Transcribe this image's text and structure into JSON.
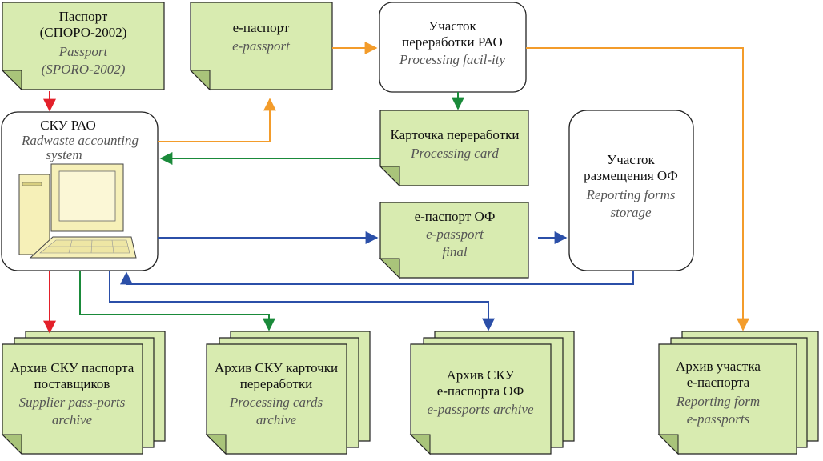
{
  "colors": {
    "red": "#e3202a",
    "orange": "#f39c2b",
    "green": "#1a8a3a",
    "blue": "#2b4fa8",
    "doc_fill": "#d8ebb0",
    "doc_fold": "#a9c47a"
  },
  "nodes": {
    "passport": {
      "ru": [
        "Паспорт",
        "(СПОРО-2002)"
      ],
      "en": [
        "Passport",
        "(SPORO-2002)"
      ]
    },
    "epassport": {
      "ru": [
        "е-паспорт"
      ],
      "en": [
        "e-passport"
      ]
    },
    "processing": {
      "ru": [
        "Участок",
        "переработки РАО"
      ],
      "en": [
        "Processing facil-ity"
      ]
    },
    "sku": {
      "ru": [
        "СКУ РАО"
      ],
      "en": [
        "Radwaste accounting",
        "system"
      ],
      "icon": "computer-icon"
    },
    "card": {
      "ru": [
        "Карточка переработки"
      ],
      "en": [
        "Processing card"
      ]
    },
    "storage": {
      "ru": [
        "Участок",
        "размещения ОФ"
      ],
      "en": [
        "Reporting forms",
        "storage"
      ]
    },
    "final": {
      "ru": [
        "е-паспорт ОФ"
      ],
      "en": [
        "e-passport",
        "final"
      ]
    },
    "arch1": {
      "ru": [
        "Архив СКУ паспорта",
        "поставщиков"
      ],
      "en": [
        "Supplier pass-ports",
        "archive"
      ]
    },
    "arch2": {
      "ru": [
        "Архив СКУ карточки",
        "переработки"
      ],
      "en": [
        "Processing cards",
        "archive"
      ]
    },
    "arch3": {
      "ru": [
        "Архив СКУ",
        "е-паспорта ОФ"
      ],
      "en": [
        "e-passports archive"
      ]
    },
    "arch4": {
      "ru": [
        "Архив участка",
        "е-паспорта"
      ],
      "en": [
        "Reporting form",
        "e-passports"
      ]
    }
  }
}
